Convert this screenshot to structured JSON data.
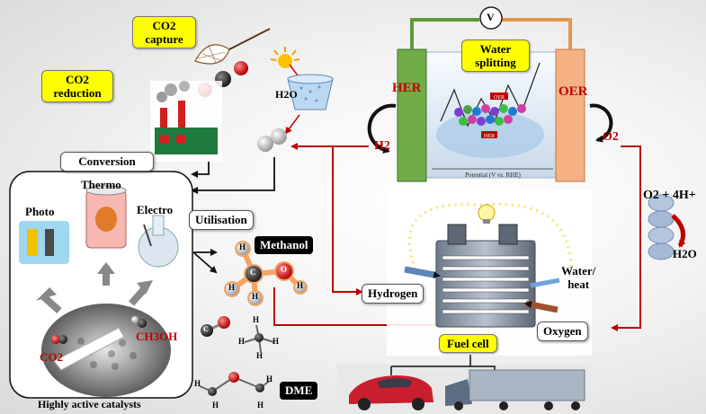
{
  "co2_capture": {
    "line1": "CO2",
    "line2": "capture"
  },
  "co2_reduction": {
    "line1": "CO2",
    "line2": "reduction"
  },
  "water_splitting": {
    "line1": "Water",
    "line2": "splitting"
  },
  "h2o_label": "H2O",
  "voltmeter": "V",
  "her": "HER",
  "oer": "OER",
  "h2": "H2",
  "o2": "O2",
  "potential_axis": "Potential (V vs. RHE)",
  "plot_tags": {
    "oer": "OER",
    "her": "HER"
  },
  "o2_reaction": {
    "left": "O2 + 4H+",
    "product": "H2O"
  },
  "conversion": "Conversion",
  "utilisation": "Utilisation",
  "thermo": "Thermo",
  "photo": "Photo",
  "electro": "Electro",
  "methanol": "Methanol",
  "hydrogen": "Hydrogen",
  "oxygen": "Oxygen",
  "water_heat": {
    "line1": "Water/",
    "line2": "heat"
  },
  "fuel_cell": "Fuel cell",
  "dme": "DME",
  "catalyst_co2": "CO2",
  "catalyst_ch3oh": "CH3OH",
  "highly_active": "Highly active catalysts",
  "atom_h": "H",
  "atom_c": "C",
  "atom_o": "O",
  "colors": {
    "label_yellow": "#ffff00",
    "arrow_red": "#c00000",
    "arrow_black": "#111111",
    "her_green": "#70ad47",
    "oer_orange": "#f4b183",
    "wire_green": "#5a9a3a",
    "wire_orange": "#e6964a"
  }
}
